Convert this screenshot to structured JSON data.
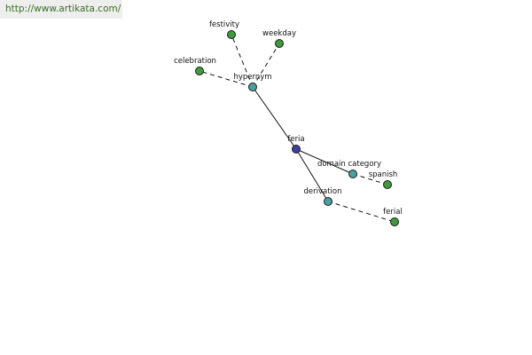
{
  "banner": {
    "url": "http://www.artikata.com/",
    "color": "#3b6e1f"
  },
  "graph": {
    "center": "feria",
    "nodes": [
      {
        "id": "feria",
        "label": "feria",
        "kind": "center"
      },
      {
        "id": "hypernym",
        "label": "hypernym",
        "kind": "relation"
      },
      {
        "id": "domain_category",
        "label": "domain category",
        "kind": "relation"
      },
      {
        "id": "derivation",
        "label": "derivation",
        "kind": "relation"
      },
      {
        "id": "festivity",
        "label": "festivity",
        "kind": "word"
      },
      {
        "id": "weekday",
        "label": "weekday",
        "kind": "word"
      },
      {
        "id": "celebration",
        "label": "celebration",
        "kind": "word"
      },
      {
        "id": "spanish",
        "label": "spanish",
        "kind": "word"
      },
      {
        "id": "ferial",
        "label": "ferial",
        "kind": "word"
      }
    ],
    "edges": [
      {
        "from": "feria",
        "to": "hypernym",
        "style": "solid"
      },
      {
        "from": "feria",
        "to": "domain_category",
        "style": "solid"
      },
      {
        "from": "feria",
        "to": "derivation",
        "style": "solid"
      },
      {
        "from": "hypernym",
        "to": "festivity",
        "style": "dashed"
      },
      {
        "from": "hypernym",
        "to": "weekday",
        "style": "dashed"
      },
      {
        "from": "hypernym",
        "to": "celebration",
        "style": "dashed"
      },
      {
        "from": "domain_category",
        "to": "spanish",
        "style": "dashed"
      },
      {
        "from": "derivation",
        "to": "ferial",
        "style": "dashed"
      }
    ],
    "colors": {
      "center": "#3f3fa0",
      "relation": "#4aa0a0",
      "word": "#3f9a3f",
      "node_stroke": "#1a1a1a",
      "edge": "#111111"
    }
  }
}
